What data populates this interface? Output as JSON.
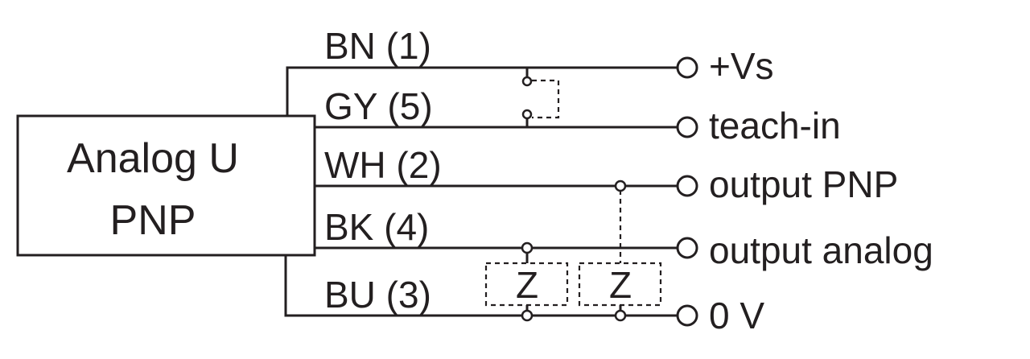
{
  "device": {
    "line1": "Analog U",
    "line2": "PNP"
  },
  "wires": [
    {
      "label": "BN (1)",
      "terminal": "+Vs"
    },
    {
      "label": "GY (5)",
      "terminal": "teach-in"
    },
    {
      "label": "WH (2)",
      "terminal": "output PNP"
    },
    {
      "label": "BK (4)",
      "terminal": "output analog"
    },
    {
      "label": "BU (3)",
      "terminal": "0 V"
    }
  ],
  "loads": [
    {
      "label": "Z"
    },
    {
      "label": "Z"
    }
  ]
}
